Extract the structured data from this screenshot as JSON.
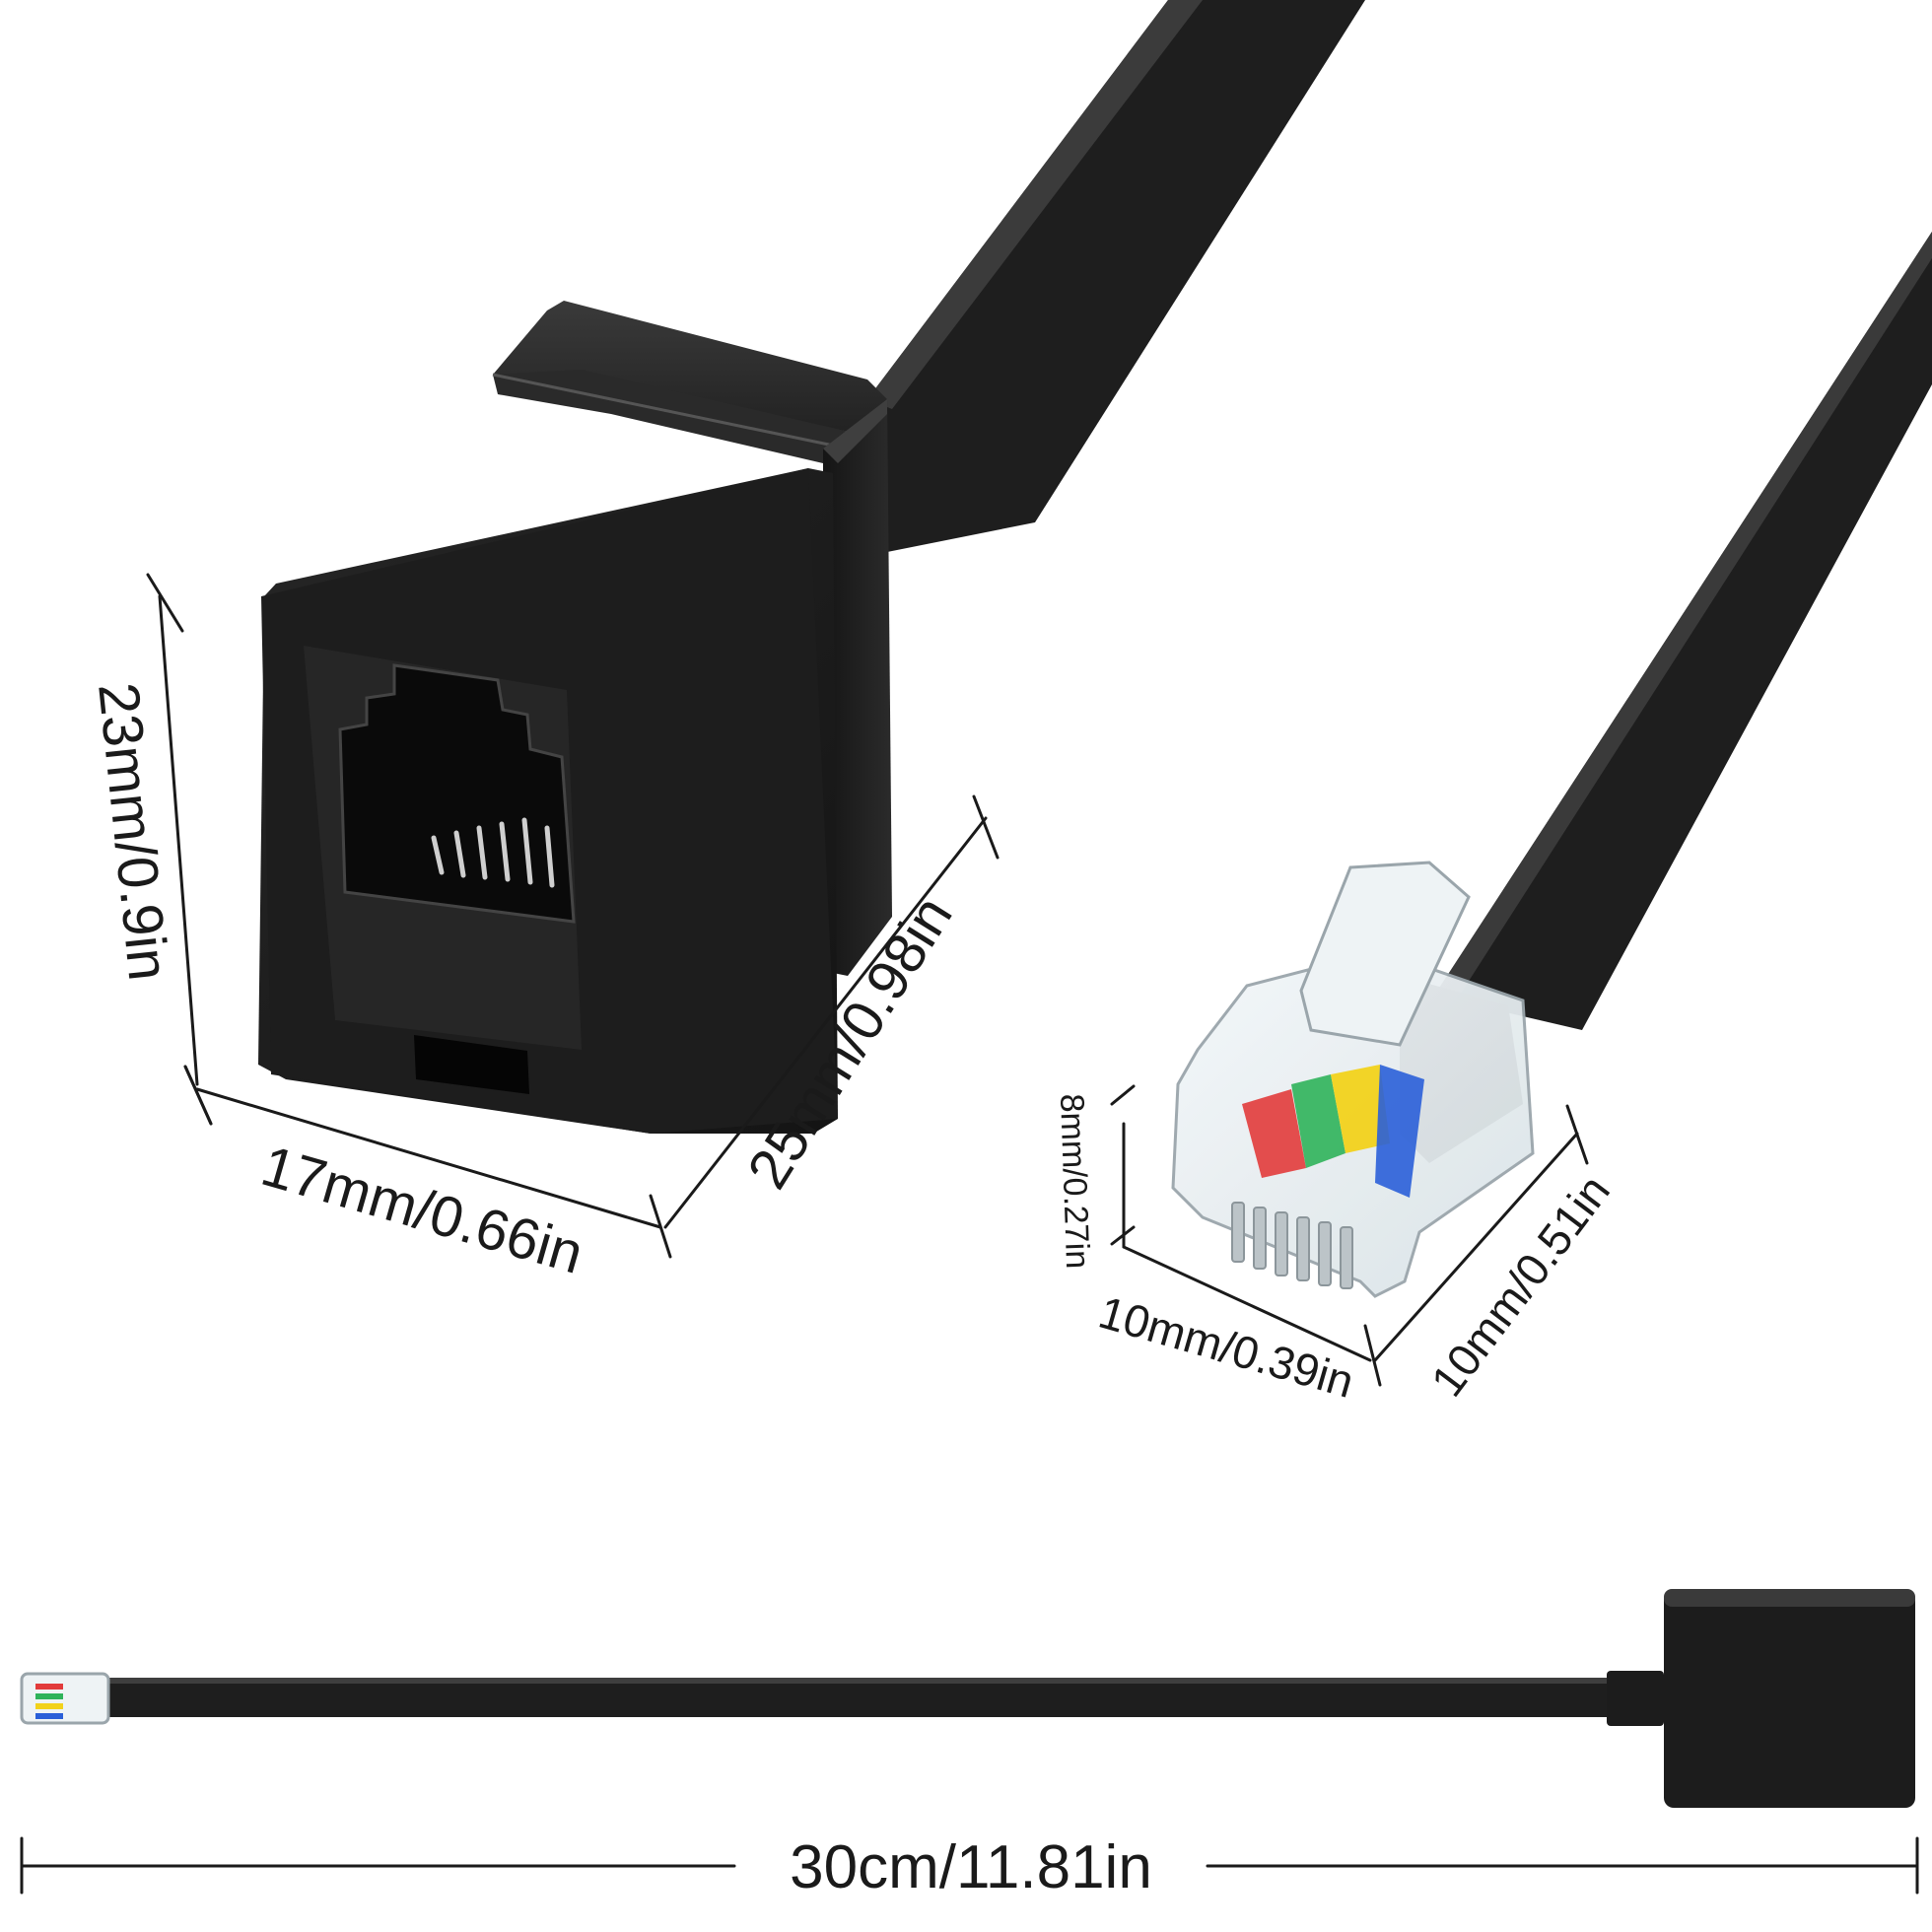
{
  "product": {
    "jack_height": "23mm/0.9in",
    "jack_width": "17mm/0.66in",
    "jack_depth": "25mm/0.98in",
    "plug_height": "8mm/0.27in",
    "plug_width": "10mm/0.39in",
    "plug_depth": "10mm/0.51in",
    "cable_length": "30cm/11.81in"
  },
  "colors": {
    "body": "#1c1c1c",
    "cable": "#202020",
    "background": "#ffffff",
    "wire_red": "#e23b3b",
    "wire_green": "#2fb35a",
    "wire_yellow": "#f2d21b",
    "wire_blue": "#2a5fd8"
  }
}
